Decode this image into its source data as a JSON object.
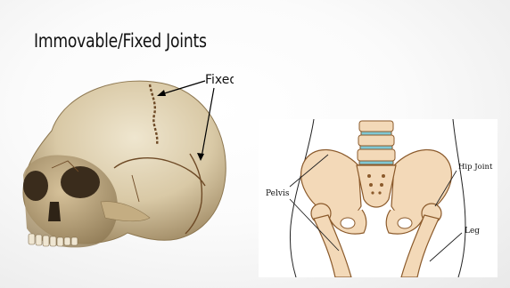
{
  "slide": {
    "title": "Immovable/Fixed Joints",
    "skull_label": "Fixed joints",
    "pelvis_labels": {
      "pelvis": "Pelvis",
      "hip_joint": "Hip Joint",
      "leg": "Leg"
    }
  },
  "colors": {
    "bone": "#f3d9b8",
    "bone_outline": "#8b5a2b",
    "skull": "#d8c9a8",
    "vertebra_disc": "#7fc7d3",
    "text": "#111111"
  }
}
